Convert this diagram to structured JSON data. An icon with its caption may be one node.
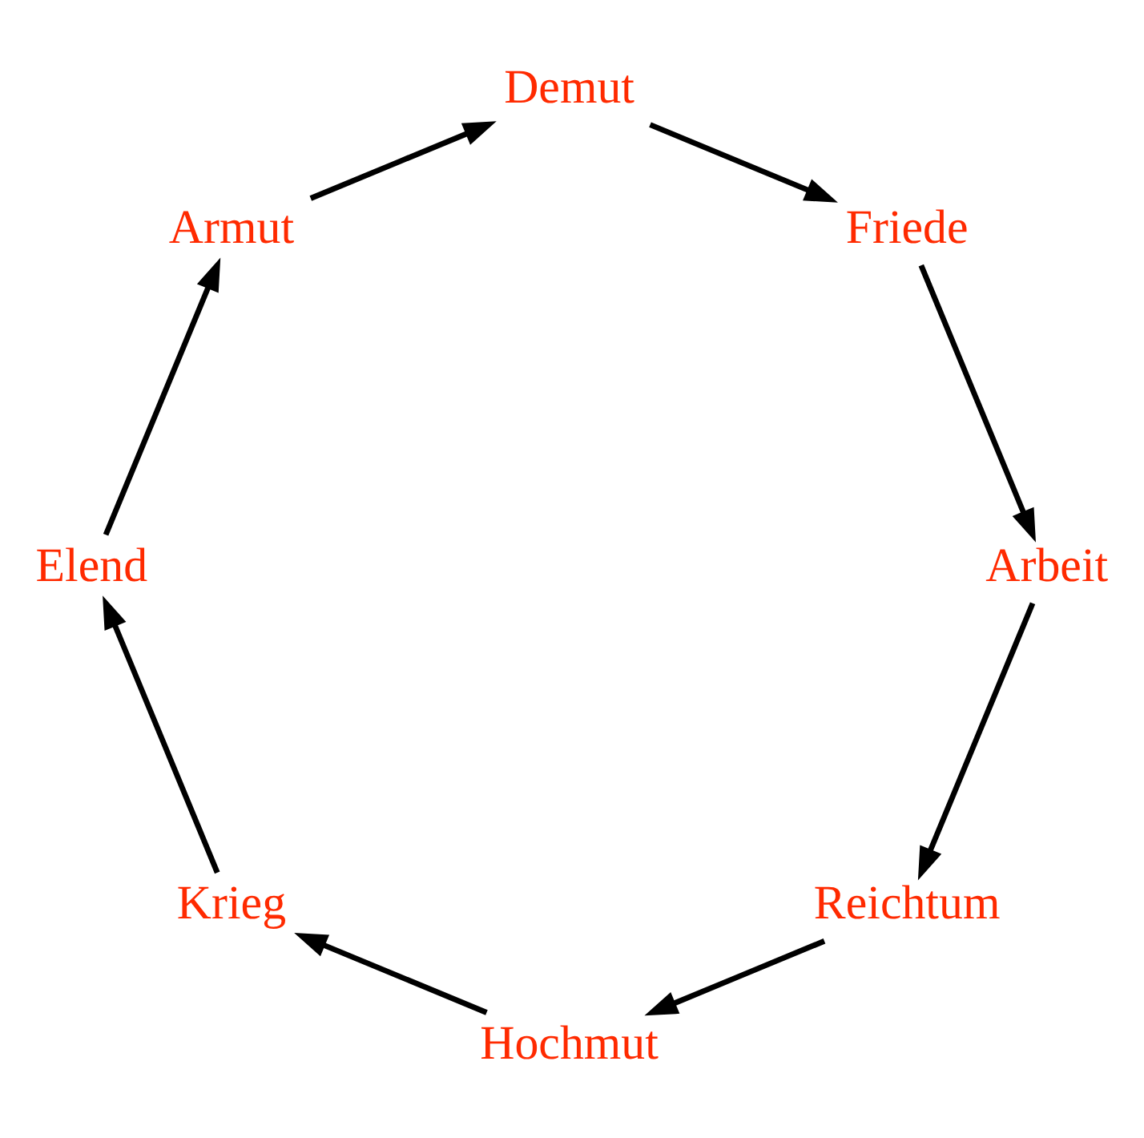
{
  "diagram": {
    "nodes": [
      {
        "text": [
          "Reichtum"
        ]
      },
      {
        "text": [
          "Hochmut"
        ]
      },
      {
        "text": [
          "Krieg"
        ]
      },
      {
        "text": [
          "Elend"
        ]
      },
      {
        "text": [
          "Armut"
        ]
      },
      {
        "text": [
          "Demut"
        ]
      },
      {
        "text": [
          "Friede"
        ]
      },
      {
        "text": [
          "Arbeit"
        ]
      }
    ],
    "edges": [
      {
        "from": 0,
        "to": 1,
        "arrow": "to"
      },
      {
        "from": 1,
        "to": 2,
        "arrow": "to"
      },
      {
        "from": 2,
        "to": 3,
        "arrow": "to"
      },
      {
        "from": 3,
        "to": 4,
        "arrow": "to"
      },
      {
        "from": 4,
        "to": 5,
        "arrow": "to"
      },
      {
        "from": 5,
        "to": 6,
        "arrow": "to"
      },
      {
        "from": 6,
        "to": 7,
        "arrow": "to"
      },
      {
        "from": 7,
        "to": 0,
        "arrow": "to"
      }
    ]
  }
}
